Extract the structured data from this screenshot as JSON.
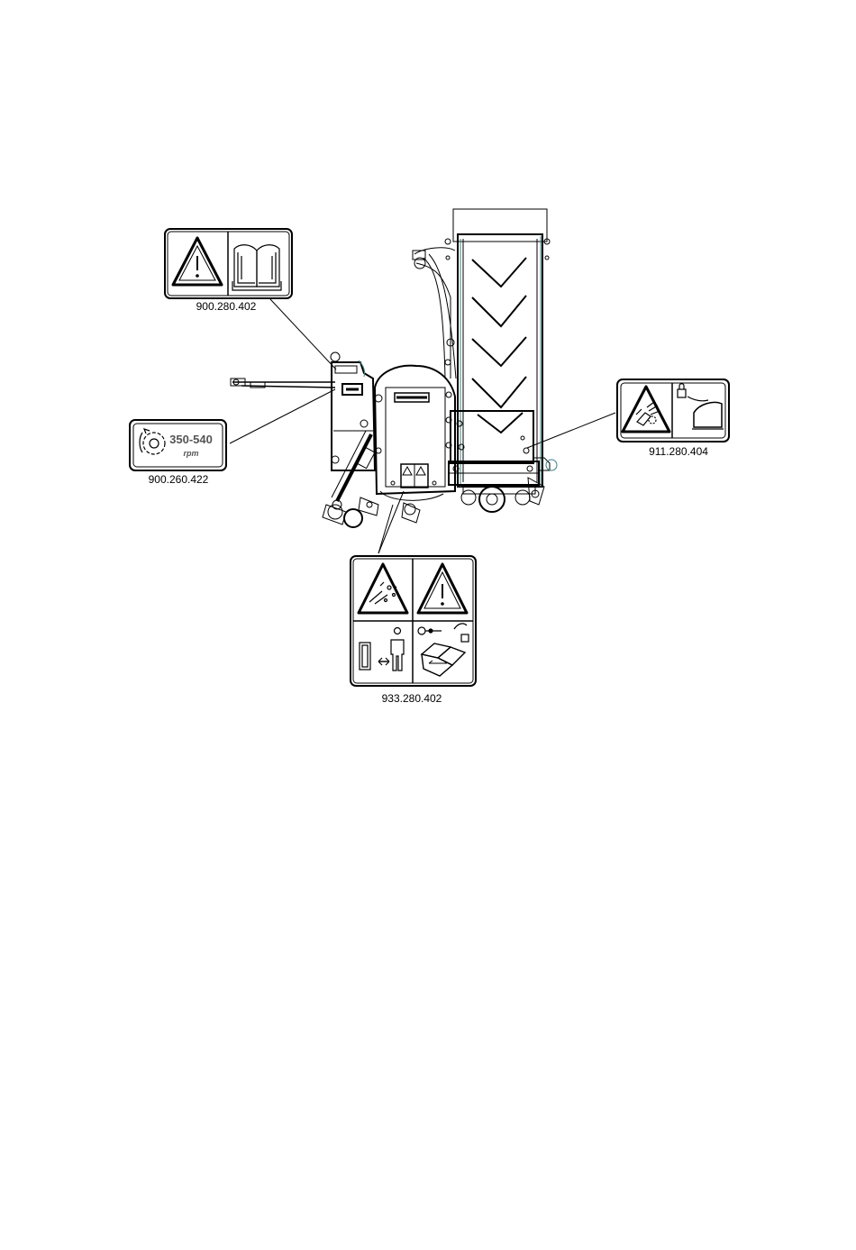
{
  "labels": {
    "manual_decal": {
      "part_number": "900.280.402",
      "icons": [
        "warning-triangle-icon",
        "operator-manual-book-icon"
      ]
    },
    "pto_speed_decal": {
      "part_number": "900.260.422",
      "speed_text": "350-540",
      "unit_text": "rpm",
      "icons": [
        "pto-gear-icon"
      ]
    },
    "hand_entanglement_decal": {
      "part_number": "911.280.404",
      "icons": [
        "warning-triangle-icon",
        "hand-entanglement-icon",
        "padlock-cover-icon"
      ]
    },
    "safety_decal": {
      "part_number": "933.280.402",
      "icons": [
        "warning-triangle-icon",
        "thrown-objects-icon",
        "keep-distance-person-icon",
        "shutdown-key-icon",
        "conveyor-crush-icon"
      ]
    }
  },
  "colors": {
    "line": "#000000",
    "accent_teal": "#3c7f86",
    "background": "#ffffff"
  }
}
